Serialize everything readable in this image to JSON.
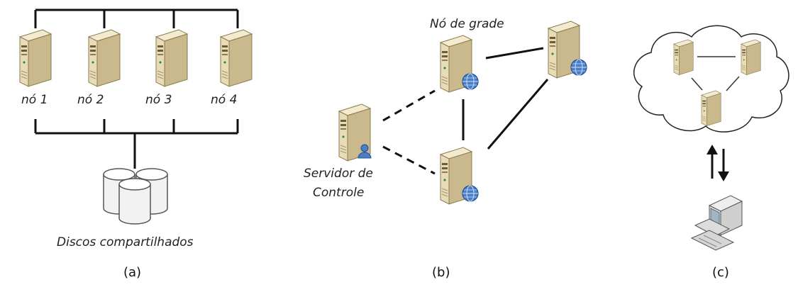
{
  "panel_a": {
    "nodes": [
      "nó 1",
      "nó 2",
      "nó 3",
      "nó 4"
    ],
    "storage_label": "Discos compartilhados",
    "caption": "(a)"
  },
  "panel_b": {
    "grid_node_label": "Nó de grade",
    "control_server_label_line1": "Servidor de",
    "control_server_label_line2": "Controle",
    "caption": "(b)"
  },
  "panel_c": {
    "caption": "(c)"
  },
  "colors": {
    "server_body": "#e8dcb8",
    "server_side": "#c9b98c",
    "globe": "#4a7fc8",
    "line": "#111111"
  },
  "icons": [
    "server-icon",
    "shared-disks-icon",
    "globe-badge-icon",
    "user-badge-icon",
    "cloud-icon",
    "computer-icon",
    "bidirectional-arrows-icon"
  ]
}
